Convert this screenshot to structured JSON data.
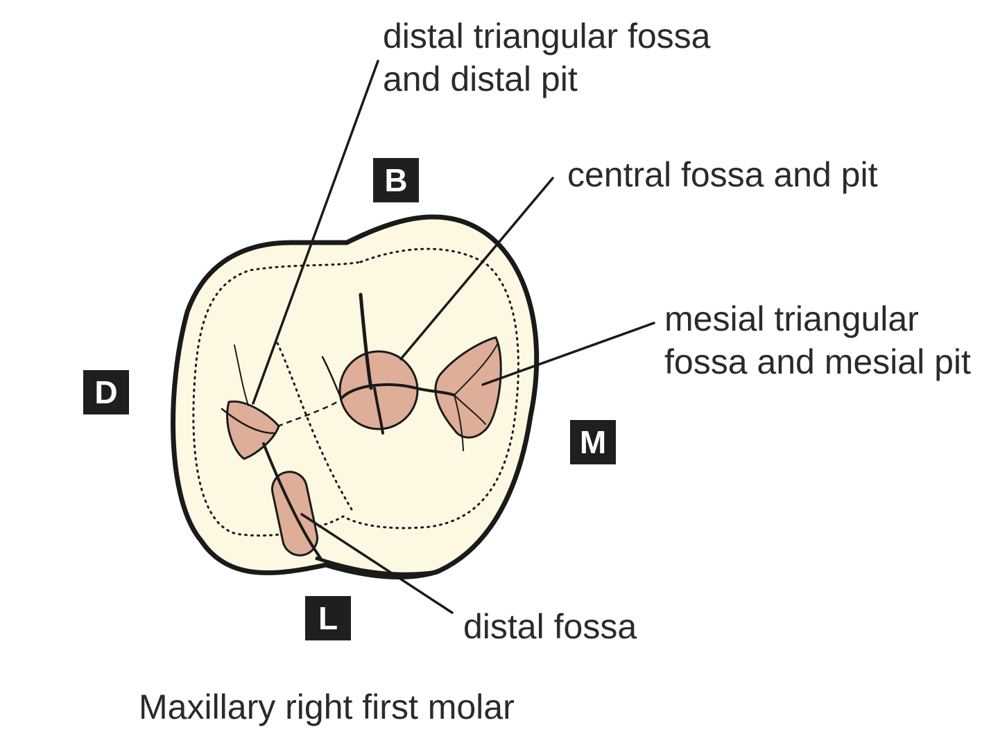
{
  "colors": {
    "crown_fill": "#fcf8e2",
    "fossa_fill": "#dfae98",
    "outline": "#1a1a1a",
    "leader": "#1a1a1a",
    "badge_bg": "#1f1f1f",
    "badge_text": "#ffffff",
    "text": "#2a2a2a"
  },
  "labels": {
    "distal_triangular_fossa_line1": "distal triangular fossa",
    "distal_triangular_fossa_line2": "and distal pit",
    "central_fossa": "central fossa and pit",
    "mesial_triangular_fossa_line1": "mesial triangular",
    "mesial_triangular_fossa_line2": "fossa and mesial pit",
    "distal_fossa": "distal fossa"
  },
  "orientation": {
    "buccal": "B",
    "distal": "D",
    "mesial": "M",
    "lingual": "L"
  },
  "caption": "Maxillary right first molar"
}
